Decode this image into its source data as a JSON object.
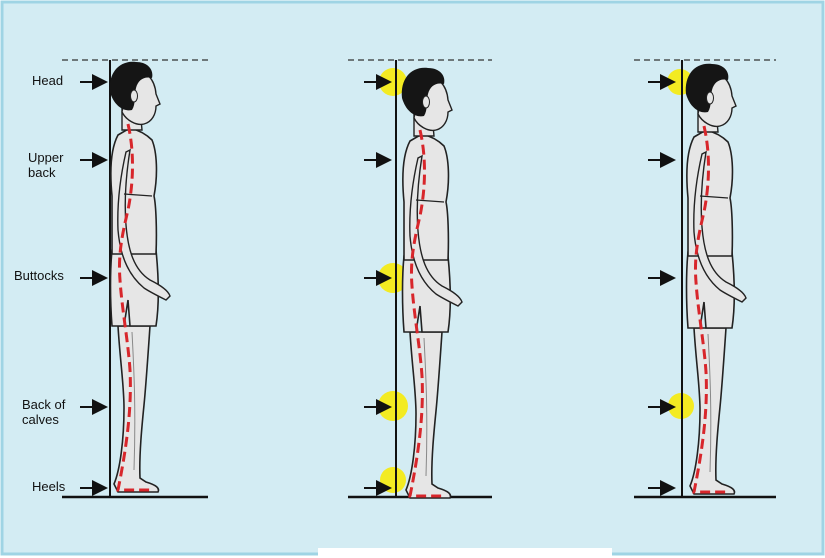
{
  "labels": {
    "head": "Head",
    "upper_back": "Upper\nback",
    "buttocks": "Buttocks",
    "calves": "Back of\ncalves",
    "heels": "Heels"
  },
  "colors": {
    "background": "#d3ecf3",
    "frame_border": "#9fd4e4",
    "wall": "#111111",
    "spine_line": "#d8262b",
    "contact_highlight": "#f3eb22",
    "body_fill": "#e6e6e6",
    "outline": "#222222",
    "hair": "#151515"
  },
  "figures": [
    {
      "name": "neutral-posture",
      "highlighted_contacts": []
    },
    {
      "name": "posture-2",
      "highlighted_contacts": [
        "head",
        "buttocks",
        "calves",
        "heels"
      ]
    },
    {
      "name": "posture-3",
      "highlighted_contacts": [
        "head",
        "calves"
      ]
    }
  ]
}
